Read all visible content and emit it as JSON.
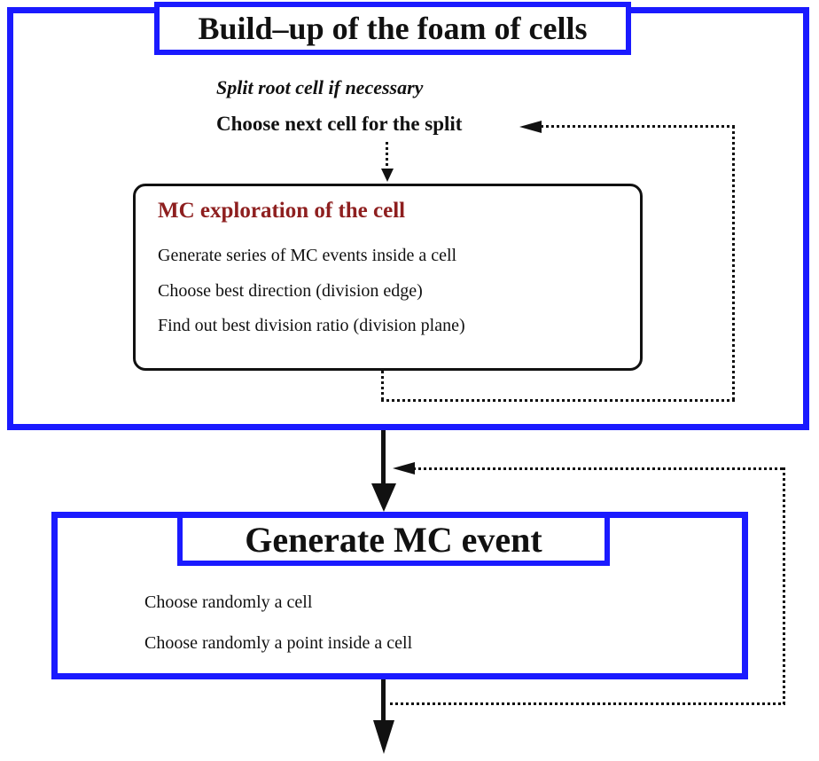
{
  "colors": {
    "blue": "#1a1aff",
    "dark_red": "#8e1f1f",
    "line_black": "#111111"
  },
  "foam_buildup": {
    "title": "Build–up of the foam of cells",
    "step_split_root": "Split root cell if necessary",
    "step_choose_next": "Choose next cell for the split",
    "exploration": {
      "title": "MC exploration of the cell",
      "steps": [
        "Generate series of MC events inside a cell",
        "Choose best direction (division edge)",
        "Find out best division ratio (division plane)"
      ]
    }
  },
  "generate_event": {
    "title": "Generate MC event",
    "steps": [
      "Choose randomly a cell",
      "Choose randomly a point inside a cell"
    ]
  }
}
